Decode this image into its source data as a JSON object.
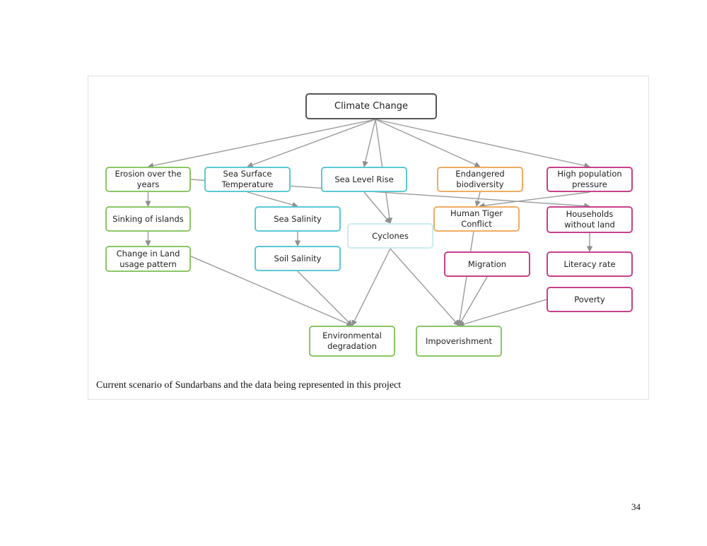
{
  "diagram": {
    "colors": {
      "root": "#555555",
      "green": "#8cc665",
      "cyan": "#5bc9d3",
      "orange": "#f0ac62",
      "magenta": "#c7408c",
      "faint_cyan": "#cdebef",
      "arrow": "#9b9b9b"
    },
    "nodes": {
      "climate_change": {
        "label": "Climate Change",
        "color": "root"
      },
      "erosion": {
        "label": "Erosion over the years",
        "color": "green"
      },
      "sst": {
        "label": "Sea Surface Temperature",
        "color": "cyan"
      },
      "slr": {
        "label": "Sea Level Rise",
        "color": "cyan"
      },
      "biodiversity": {
        "label": "Endangered biodiversity",
        "color": "orange"
      },
      "population": {
        "label": "High population pressure",
        "color": "magenta"
      },
      "sinking": {
        "label": "Sinking of islands",
        "color": "green"
      },
      "sea_salinity": {
        "label": "Sea Salinity",
        "color": "cyan"
      },
      "cyclones": {
        "label": "Cyclones",
        "color": "faint_cyan"
      },
      "htc": {
        "label": "Human Tiger Conflict",
        "color": "orange"
      },
      "households": {
        "label": "Households without land",
        "color": "magenta"
      },
      "land_usage": {
        "label": "Change in Land usage pattern",
        "color": "green"
      },
      "soil_salinity": {
        "label": "Soil Salinity",
        "color": "cyan"
      },
      "migration": {
        "label": "Migration",
        "color": "magenta"
      },
      "literacy": {
        "label": "Literacy rate",
        "color": "magenta"
      },
      "poverty": {
        "label": "Poverty",
        "color": "magenta"
      },
      "env_degradation": {
        "label": "Environmental degradation",
        "color": "green"
      },
      "impoverishment": {
        "label": "Impoverishment",
        "color": "green"
      }
    },
    "edges": [
      [
        "climate_change",
        "erosion"
      ],
      [
        "climate_change",
        "sst"
      ],
      [
        "climate_change",
        "slr"
      ],
      [
        "climate_change",
        "cyclones"
      ],
      [
        "climate_change",
        "biodiversity"
      ],
      [
        "climate_change",
        "population"
      ],
      [
        "erosion",
        "sinking"
      ],
      [
        "sinking",
        "land_usage"
      ],
      [
        "sst",
        "sea_salinity"
      ],
      [
        "sea_salinity",
        "soil_salinity"
      ],
      [
        "erosion",
        "households"
      ],
      [
        "slr",
        "cyclones"
      ],
      [
        "population",
        "htc"
      ],
      [
        "biodiversity",
        "htc"
      ],
      [
        "households",
        "literacy"
      ],
      [
        "land_usage",
        "env_degradation"
      ],
      [
        "soil_salinity",
        "env_degradation"
      ],
      [
        "cyclones",
        "env_degradation"
      ],
      [
        "cyclones",
        "impoverishment"
      ],
      [
        "htc",
        "impoverishment"
      ],
      [
        "migration",
        "impoverishment"
      ],
      [
        "poverty",
        "impoverishment"
      ]
    ]
  },
  "caption": "Current scenario of Sundarbans and the data being represented in this project",
  "page_number": "34"
}
